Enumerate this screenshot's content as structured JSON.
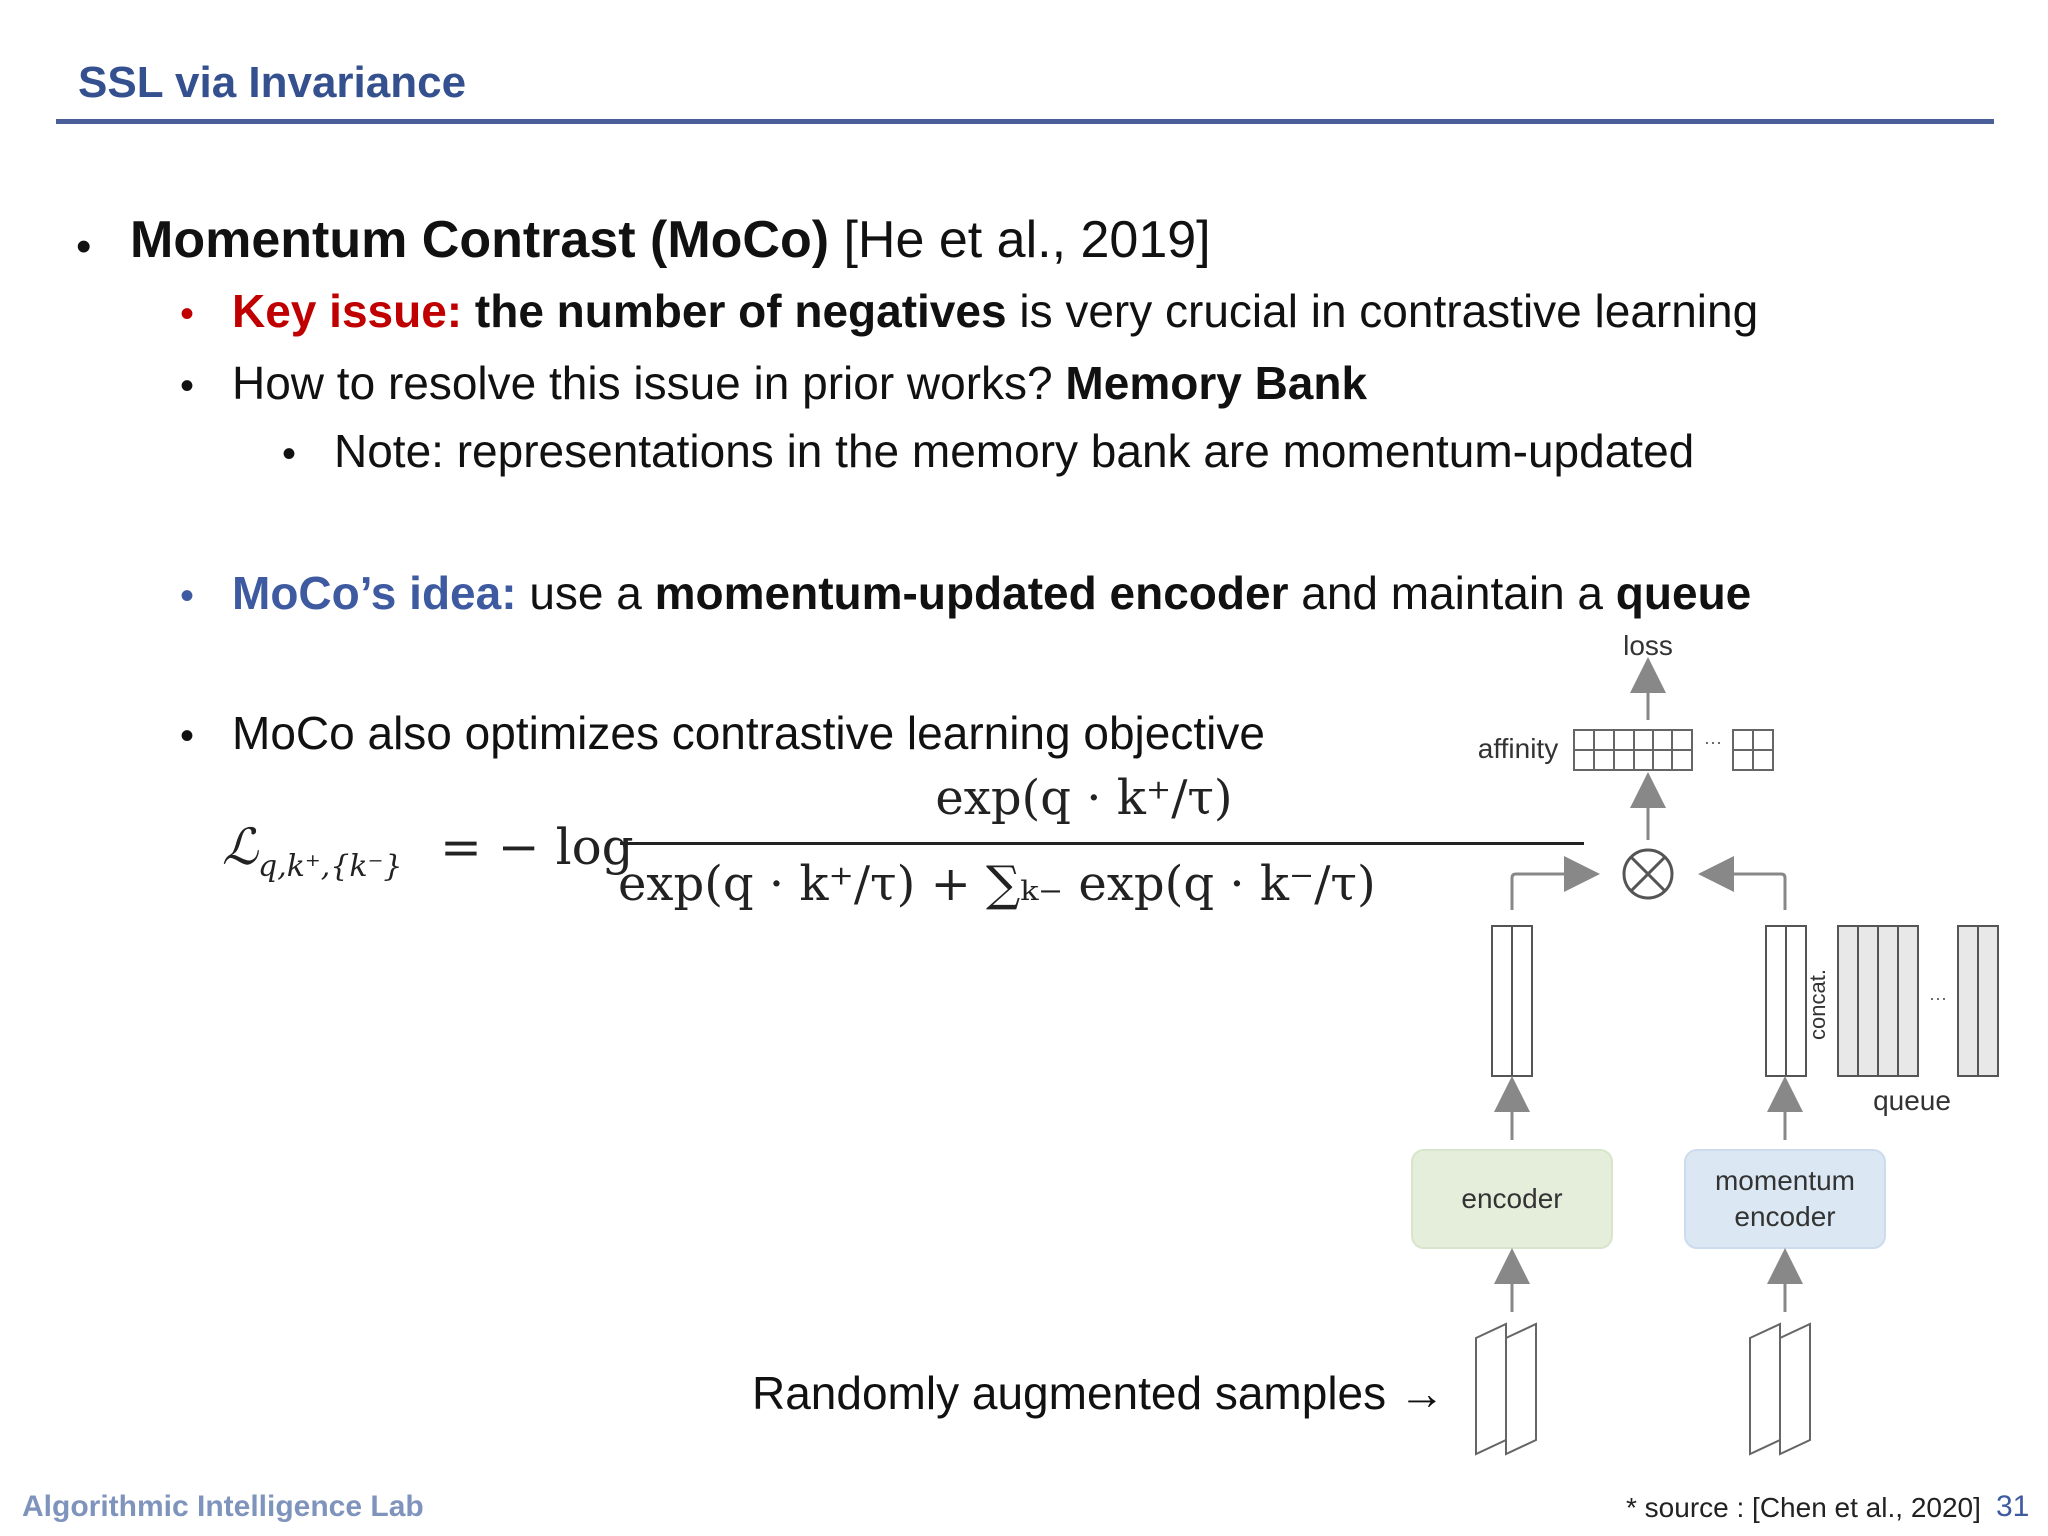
{
  "header": {
    "title": "SSL via Invariance"
  },
  "bullets": {
    "moco": {
      "bold": "Momentum Contrast (MoCo)",
      "cite": " [He et al., 2019]"
    },
    "key_issue": {
      "label": "Key issue:",
      "bold": " the number of negatives",
      "rest": " is very crucial in contrastive learning"
    },
    "resolve": {
      "text": "How to resolve this issue in prior works? ",
      "bold": "Memory Bank"
    },
    "note": {
      "text": "Note: representations in the memory bank are momentum-updated"
    },
    "idea": {
      "label": "MoCo’s idea:",
      "t1": " use a ",
      "b1": "momentum-updated encoder",
      "t2": " and maintain a ",
      "b2": "queue"
    },
    "optimizes": {
      "text": "MoCo also optimizes contrastive learning objective"
    }
  },
  "formula": {
    "lhs": "ℒ",
    "lhs_sub": "q,k⁺,{k⁻}",
    "eq": "= − log",
    "numerator": "exp(q · k⁺/τ)",
    "denominator": "exp(q · k⁺/τ) + ∑ₖ₋ exp(q · k⁻/τ)"
  },
  "diagram": {
    "loss": "loss",
    "affinity": "affinity",
    "concat": "concat.",
    "queue": "queue",
    "encoder": "encoder",
    "momentum_line1": "momentum",
    "momentum_line2": "encoder",
    "ellipsis": "···",
    "colors": {
      "encoder_fill": "#e4eedb",
      "momentum_fill": "#dbe8f3",
      "queue_fill": "#e8e8e8",
      "stroke": "#555555",
      "arrow": "#888888"
    }
  },
  "samples_label": "Randomly augmented samples →",
  "footer": {
    "lab": "Algorithmic Intelligence Lab",
    "source": "* source : [Chen et al., 2020]",
    "page": "31"
  }
}
